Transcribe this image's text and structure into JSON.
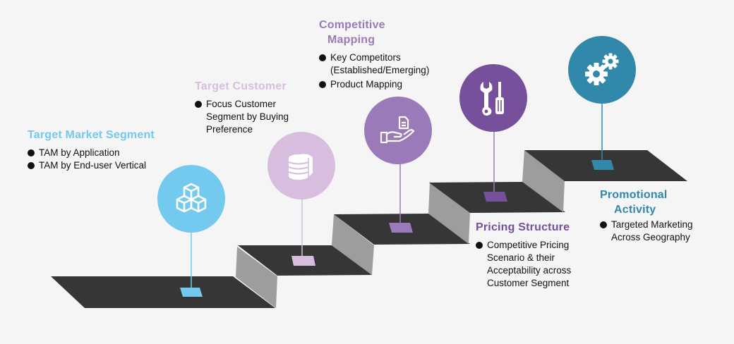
{
  "steps": [
    {
      "title": "Target Market Segment",
      "color": "#74c9ee",
      "icon": "cubes-icon",
      "bullets": [
        "TAM by Application",
        "TAM by End-user Vertical"
      ]
    },
    {
      "title": "Target Customer",
      "color": "#d7bedf",
      "icon": "database-icon",
      "bullets": [
        "Focus Customer Segment by Buying Preference"
      ]
    },
    {
      "title_lines": [
        "Competitive",
        "Mapping"
      ],
      "color": "#9b7ab9",
      "icon": "hand-document-icon",
      "bullets": [
        "Key Competitors (Established/Emerging)",
        "Product Mapping"
      ]
    },
    {
      "title": "Pricing Structure",
      "color": "#76509b",
      "icon": "wrench-screwdriver-icon",
      "bullets": [
        "Competitive Pricing Scenario & their Acceptability across Customer Segment"
      ]
    },
    {
      "title_lines": [
        "Promotional",
        "Activity"
      ],
      "color": "#3188aa",
      "icon": "gears-icon",
      "bullets": [
        "Targeted Marketing Across Geography"
      ]
    }
  ],
  "text": {
    "s0_title": "Target Market Segment",
    "s0_b0": "TAM by Application",
    "s0_b1": "TAM by End-user Vertical",
    "s1_title": "Target Customer",
    "s1_b0_l0": "Focus Customer",
    "s1_b0_l1": "Segment by Buying",
    "s1_b0_l2": "Preference",
    "s2_title_l0": "Competitive",
    "s2_title_l1": "Mapping",
    "s2_b0_l0": "Key Competitors",
    "s2_b0_l1": "(Established/Emerging)",
    "s2_b1": "Product Mapping",
    "s3_title": "Pricing Structure",
    "s3_b0_l0": "Competitive Pricing",
    "s3_b0_l1": "Scenario & their",
    "s3_b0_l2": "Acceptability across",
    "s3_b0_l3": "Customer Segment",
    "s4_title_l0": "Promotional",
    "s4_title_l1": "Activity",
    "s4_b0_l0": "Targeted Marketing",
    "s4_b0_l1": "Across Geography"
  },
  "colors": {
    "background": "#f5f5f5",
    "step_top": "#363636",
    "step_riser": "#9d9d9b"
  }
}
